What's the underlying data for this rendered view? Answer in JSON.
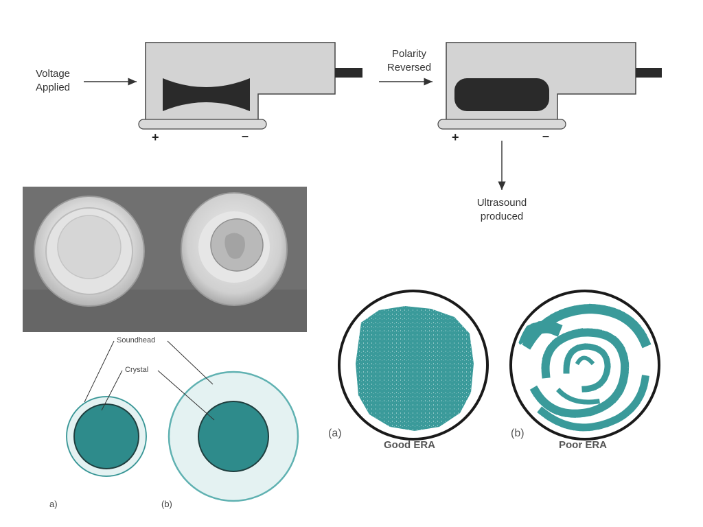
{
  "top": {
    "voltage_applied": [
      "Voltage",
      "Applied"
    ],
    "polarity_reversed": [
      "Polarity",
      "Reversed"
    ],
    "ultrasound_produced": [
      "Ultrasound",
      "produced"
    ],
    "plus": "+",
    "minus": "–"
  },
  "soundhead_diagram": {
    "soundhead_label": "Soundhead",
    "crystal_label": "Crystal",
    "tag_a": "a)",
    "tag_b": "(b)"
  },
  "era": {
    "tag_a": "(a)",
    "tag_b": "(b)",
    "caption_a": "Good ERA",
    "caption_b": "Poor ERA"
  },
  "colors": {
    "teal": "#3a9a9a",
    "crystal_teal": "#2e8b8b",
    "housing_gray": "#d3d3d3",
    "dark": "#2a2a2a"
  }
}
